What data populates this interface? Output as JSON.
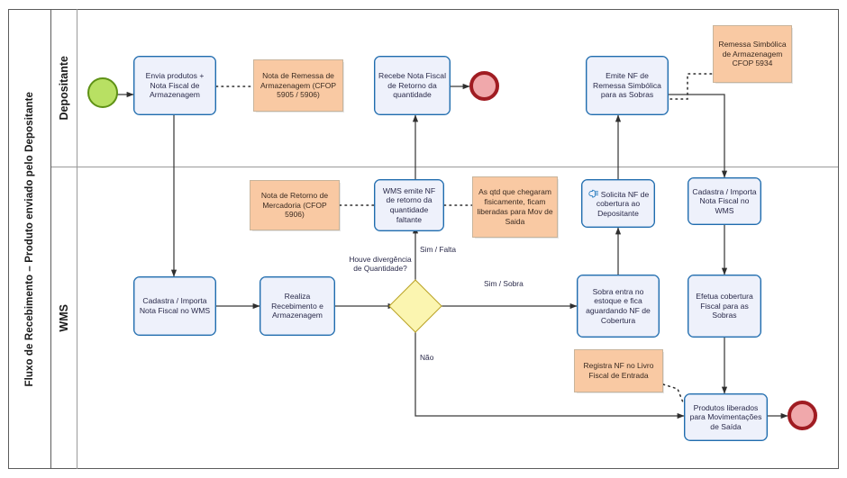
{
  "pool": {
    "title": "Fluxo de Recebimento – Produto enviado pelo Depositante",
    "lanes": [
      {
        "id": "depositante",
        "label": "Depositante"
      },
      {
        "id": "wms",
        "label": "WMS"
      }
    ]
  },
  "colors": {
    "task_fill": "#eef1fb",
    "task_stroke": "#1f6cae",
    "note_fill": "#f9c9a3",
    "note_stroke": "#c8b49b",
    "gateway_fill": "#fbf5b0",
    "gateway_stroke": "#b9a227",
    "start_fill": "#b8e063",
    "start_stroke": "#5f9216",
    "end_fill": "#f0a8ab",
    "end_stroke": "#a01c22",
    "connector": "#3a3a3a",
    "pool_border": "#5c5c5c"
  },
  "events": {
    "start_depositante": "start-event",
    "end_depositante": "end-event",
    "end_wms": "end-event"
  },
  "tasks": {
    "envia_produtos": "Envia produtos + Nota Fiscal de Armazenagem",
    "recebe_nf_retorno": "Recebe Nota Fiscal de Retorno da quantidade",
    "emite_nf_remessa": "Emite NF de Remessa Simbólica para as Sobras",
    "cadastra_nf_wms": "Cadastra / Importa Nota Fiscal no WMS",
    "realiza_recebimento": "Realiza Recebimento e Armazenagem",
    "wms_emite_nf": "WMS emite NF de retorno da quantidade faltante",
    "solicita_nf_cobertura": "Solicita NF de cobertura ao Depositante",
    "sobra_entra_estoque": "Sobra entra no estoque e fica aguardando NF de Cobertura",
    "cadastra_nf_wms_2": "Cadastra / Importa Nota Fiscal no WMS",
    "efetua_cobertura": "Efetua cobertura Fiscal para as Sobras",
    "produtos_liberados": "Produtos liberados para Movimentações de Saída"
  },
  "notes": {
    "nota_remessa_armazenagem": "Nota de Remessa de Armazenagem (CFOP 5905 / 5906)",
    "remessa_simbolica": "Remessa Simbólica de Armazenagem CFOP 5934",
    "nota_retorno_mercadoria": "Nota de Retorno de Mercadoria (CFOP 5906)",
    "qtd_chegaram": "As qtd que chegaram fisicamente, ficam liberadas para Mov de Saida",
    "registra_nf_livro": "Registra NF no Livro Fiscal de Entrada"
  },
  "gateway": {
    "question": "Houve divergência de Quantidade?",
    "flow_falta": "Sim / Falta",
    "flow_sobra": "Sim / Sobra",
    "flow_nao": "Não"
  }
}
